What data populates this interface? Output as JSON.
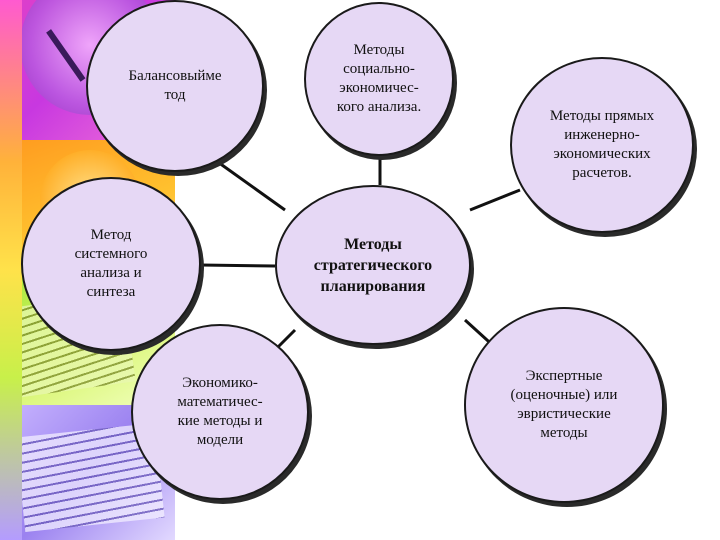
{
  "diagram": {
    "center": "Методы\nстратегического\nпланирования",
    "nodes": {
      "balance": "Балансовыйме\nтод",
      "socio_economic": "Методы\nсоциально-\nэкономичес-\nкого анализа.",
      "engineering": "Методы прямых\nинженерно-\nэкономических\nрасчетов.",
      "system": "Метод\nсистемного\nанализа и\nсинтеза",
      "math": "Экономико-\nматематичес-\nкие методы и\nмодели",
      "expert": "Экспертные\n(оценочные) или\nэвристические\nметоды"
    }
  },
  "colors": {
    "node_fill": "#e6d8f5",
    "node_border": "#1a1a1a",
    "connector": "#111111"
  }
}
